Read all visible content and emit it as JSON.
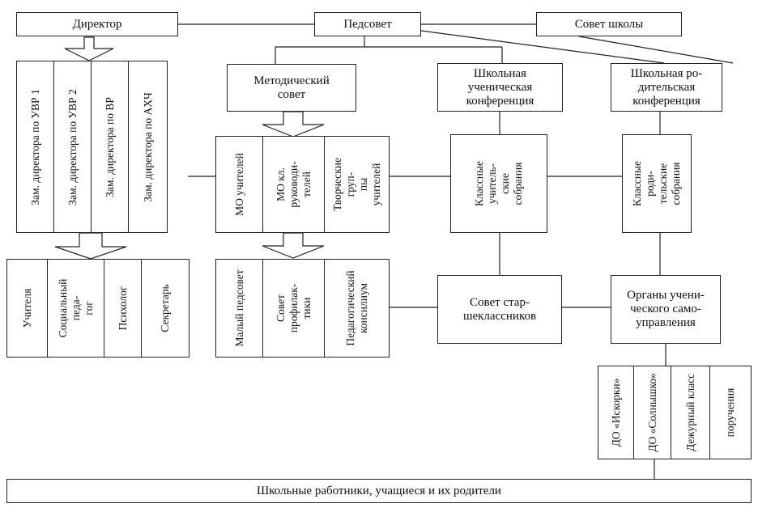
{
  "nodes": {
    "director": "Директор",
    "pedsovet": "Педсовет",
    "school_council": "Совет школы",
    "method_council": "Методический\nсовет",
    "student_conference": "Школьная\nученическая\nконференция",
    "parent_conference": "Школьная ро-\nдительская\nконференция",
    "deputy_uvr1": "Зам. директора по УВР 1",
    "deputy_uvr2": "Зам. директора по УВР 2",
    "deputy_vr": "Зам. директора по ВР",
    "deputy_ahch": "Зам. директора по АХЧ",
    "mo_teachers": "МО учителей",
    "mo_class_leaders": "МО кл. руководи-\nтелей",
    "creative_groups": "Творческие груп-\nпы учителей",
    "class_teacher_meetings": "Классные учитель-\nские собрания",
    "class_parent_meetings": "Классные роди-\nтельские собрания",
    "teachers": "Учителя",
    "social_pedagogue": "Социальный педа-\nгог",
    "psychologist": "Психолог",
    "secretary": "Секретарь",
    "small_pedsovet": "Малый педсовет",
    "prevention_council": "Совет профилак-\nтики",
    "ped_consilium": "Педагогический\nконсилиум",
    "senior_council": "Совет стар-\nшеклассников",
    "student_self_gov": "Органы учени-\nческого само-\nуправления",
    "do_iskorki": "ДО «Искорки»",
    "do_solnyshko": "ДО «Солнышко»",
    "duty_class": "Дежурный класс",
    "assignments": "поручения",
    "bottom": "Школьные работники, учащиеся и их родители"
  }
}
